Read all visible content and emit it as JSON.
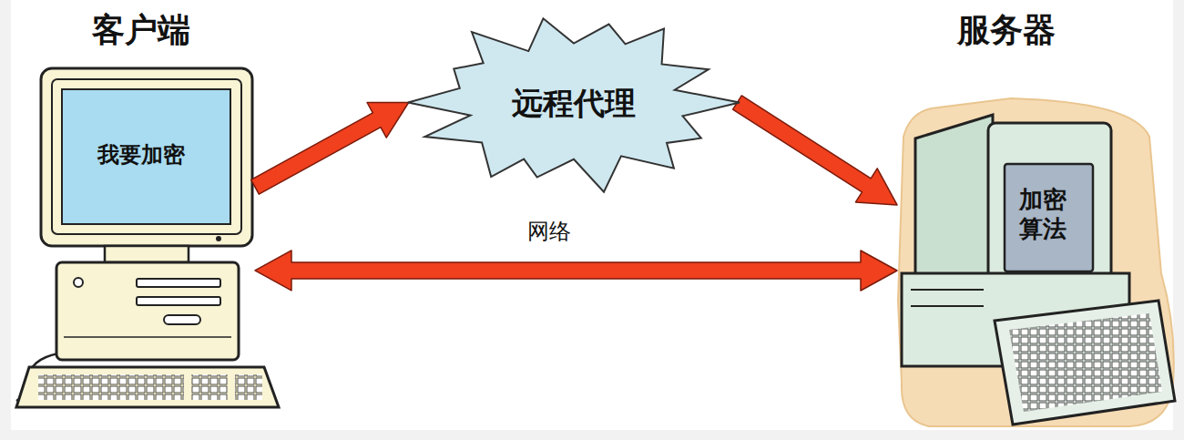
{
  "diagram": {
    "nodes": [
      {
        "text": [
          "客户端",
          "我要加密"
        ]
      },
      {
        "text": [
          "远程代理"
        ]
      },
      {
        "text": [
          "服务器",
          "加密算法"
        ]
      }
    ],
    "edges": [
      {
        "from": 0,
        "to": 1,
        "arrow": "to"
      },
      {
        "from": 1,
        "to": 2,
        "arrow": "to"
      },
      {
        "from": 0,
        "to": 2,
        "label": "网络",
        "arrow": "both"
      }
    ]
  }
}
